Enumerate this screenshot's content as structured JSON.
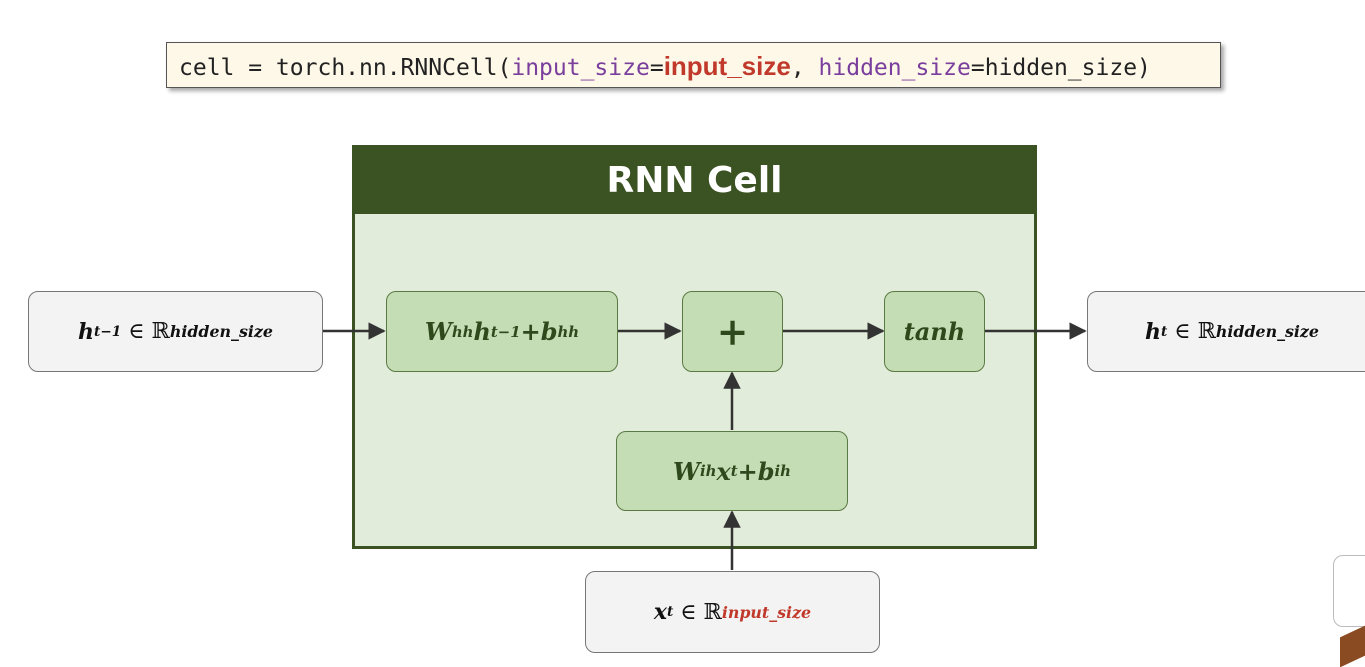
{
  "code": {
    "prefix": "cell = torch.nn.RNNCell(",
    "kw1": "input_size",
    "eq1": "=",
    "val1": "input_size",
    "sep": ",  ",
    "kw2": "hidden_size",
    "eq2": "=",
    "val2": "hidden_size",
    "suffix": ")"
  },
  "cell": {
    "title": "RNN Cell"
  },
  "nodes": {
    "h_prev": {
      "var": "h",
      "sub": "t−1",
      "in": "∈ ℝ",
      "sup": "hidden_size"
    },
    "wh": {
      "W": "W",
      "Wsub": "hh",
      "h": "h",
      "hsub": "t−1",
      "plus": " + ",
      "b": "b",
      "bsub": "hh"
    },
    "plus": {
      "label": "+"
    },
    "tanh": {
      "label": "tanh"
    },
    "h_out": {
      "var": "h",
      "sub": "t",
      "in": "∈ ℝ",
      "sup": "hidden_size"
    },
    "wi": {
      "W": "W",
      "Wsub": "ih",
      "x": "x",
      "xsub": "t",
      "plus": " + ",
      "b": "b",
      "bsub": "ih"
    },
    "x_in": {
      "var": "x",
      "sub": "t",
      "in": "∈ ℝ",
      "sup": "input_size"
    }
  },
  "colors": {
    "header": "#3b5323",
    "cell_fill": "#e2ecda",
    "op_fill": "#c5ddb4",
    "highlight": "#c0392b",
    "keyword": "#7a3e9d"
  }
}
